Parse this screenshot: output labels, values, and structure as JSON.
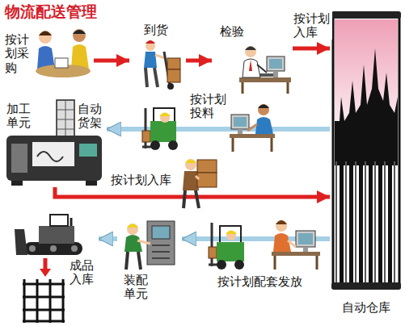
{
  "diagram": {
    "title": "物流配送管理",
    "nodes": [
      {
        "text": [
          "按计划采购"
        ]
      },
      {
        "text": [
          "到货"
        ]
      },
      {
        "text": [
          "检验"
        ]
      },
      {
        "text": [
          "自动仓库"
        ]
      },
      {
        "text": [
          "加工单元",
          "自动货架"
        ]
      },
      {
        "text": [
          "装配单元"
        ]
      },
      {
        "text": [
          "成品入库"
        ]
      }
    ],
    "edges": [
      {
        "from": 0,
        "to": 1,
        "arrow": "to"
      },
      {
        "from": 1,
        "to": 2,
        "arrow": "to"
      },
      {
        "from": 2,
        "to": 3,
        "label": "按计划入库",
        "arrow": "to"
      },
      {
        "from": 3,
        "to": 4,
        "label": "按计划投料",
        "arrow": "to"
      },
      {
        "from": 4,
        "to": 3,
        "label": "按计划入库",
        "arrow": "to"
      },
      {
        "from": 3,
        "to": 5,
        "label": "按计划配套发放",
        "arrow": "to"
      },
      {
        "from": 5,
        "to": 6,
        "arrow": "to"
      }
    ]
  }
}
